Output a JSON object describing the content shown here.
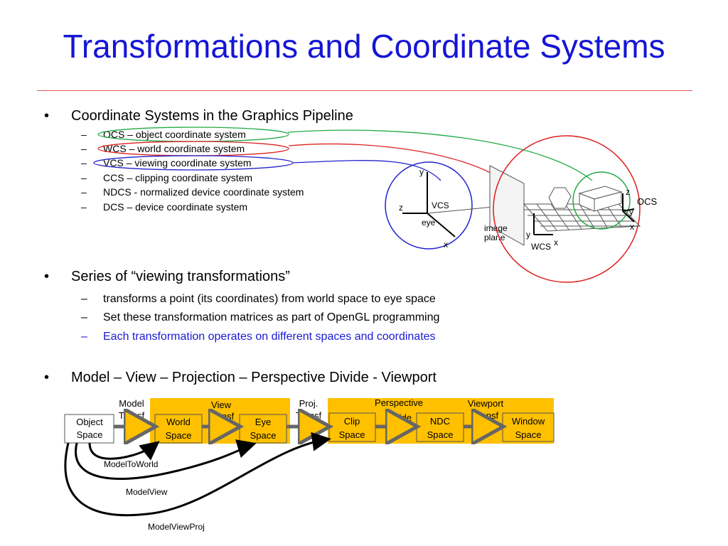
{
  "title": "Transformations and Coordinate Systems",
  "section1": {
    "heading": "Coordinate Systems in the Graphics Pipeline",
    "items": [
      "OCS – object coordinate system",
      "WCS – world coordinate system",
      "VCS – viewing coordinate system",
      "CCS – clipping coordinate system",
      "NDCS - normalized device coordinate system",
      "DCS – device coordinate system"
    ]
  },
  "section2": {
    "heading": "Series of “viewing transformations”",
    "items": [
      "transforms a point (its coordinates) from world space to eye space",
      "Set these transformation matrices as part of OpenGL programming",
      "Each transformation operates on different spaces and coordinates"
    ]
  },
  "section3": {
    "heading": "Model – View – Projection – Perspective Divide - Viewport"
  },
  "bullet_glyph": "•",
  "dash_glyph": "–",
  "figure": {
    "labels": {
      "y_vcs": "y",
      "z_vcs": "z",
      "vcs": "VCS",
      "eye": "eye",
      "x_vcs": "x",
      "image": "image",
      "plane": "plane",
      "z_ocs": "z",
      "ocs": "OCS",
      "y_ocs": "y",
      "x_ocs": "x",
      "y_wcs": "y",
      "wcs": "WCS",
      "x_wcs": "x"
    }
  },
  "pipeline": {
    "boxes": {
      "object": [
        "Object",
        "Space"
      ],
      "world": [
        "World",
        "Space"
      ],
      "eye": [
        "Eye",
        "Space"
      ],
      "clip": [
        "Clip",
        "Space"
      ],
      "ndc": [
        "NDC",
        "Space"
      ],
      "window": [
        "Window",
        "Space"
      ]
    },
    "transforms": {
      "model": [
        "Model",
        "Transf"
      ],
      "view": [
        "View",
        "Transf"
      ],
      "proj": [
        "Proj.",
        "Transf"
      ],
      "perspective": [
        "Perspective",
        "Divide"
      ],
      "viewport": [
        "Viewport",
        "Transf"
      ]
    },
    "curves": {
      "model_to_world": "ModelToWorld",
      "model_view": "ModelView",
      "model_view_proj": "ModelViewProj"
    }
  },
  "colors": {
    "title": "#1515d6",
    "rule": "#e06060",
    "highlight_blue": "#1a1ad6",
    "ocs_ellipse": "#22aa44",
    "wcs_ellipse": "#dd2222",
    "vcs_ellipse": "#2222cc",
    "pipeline_fill": "#ffc000"
  }
}
